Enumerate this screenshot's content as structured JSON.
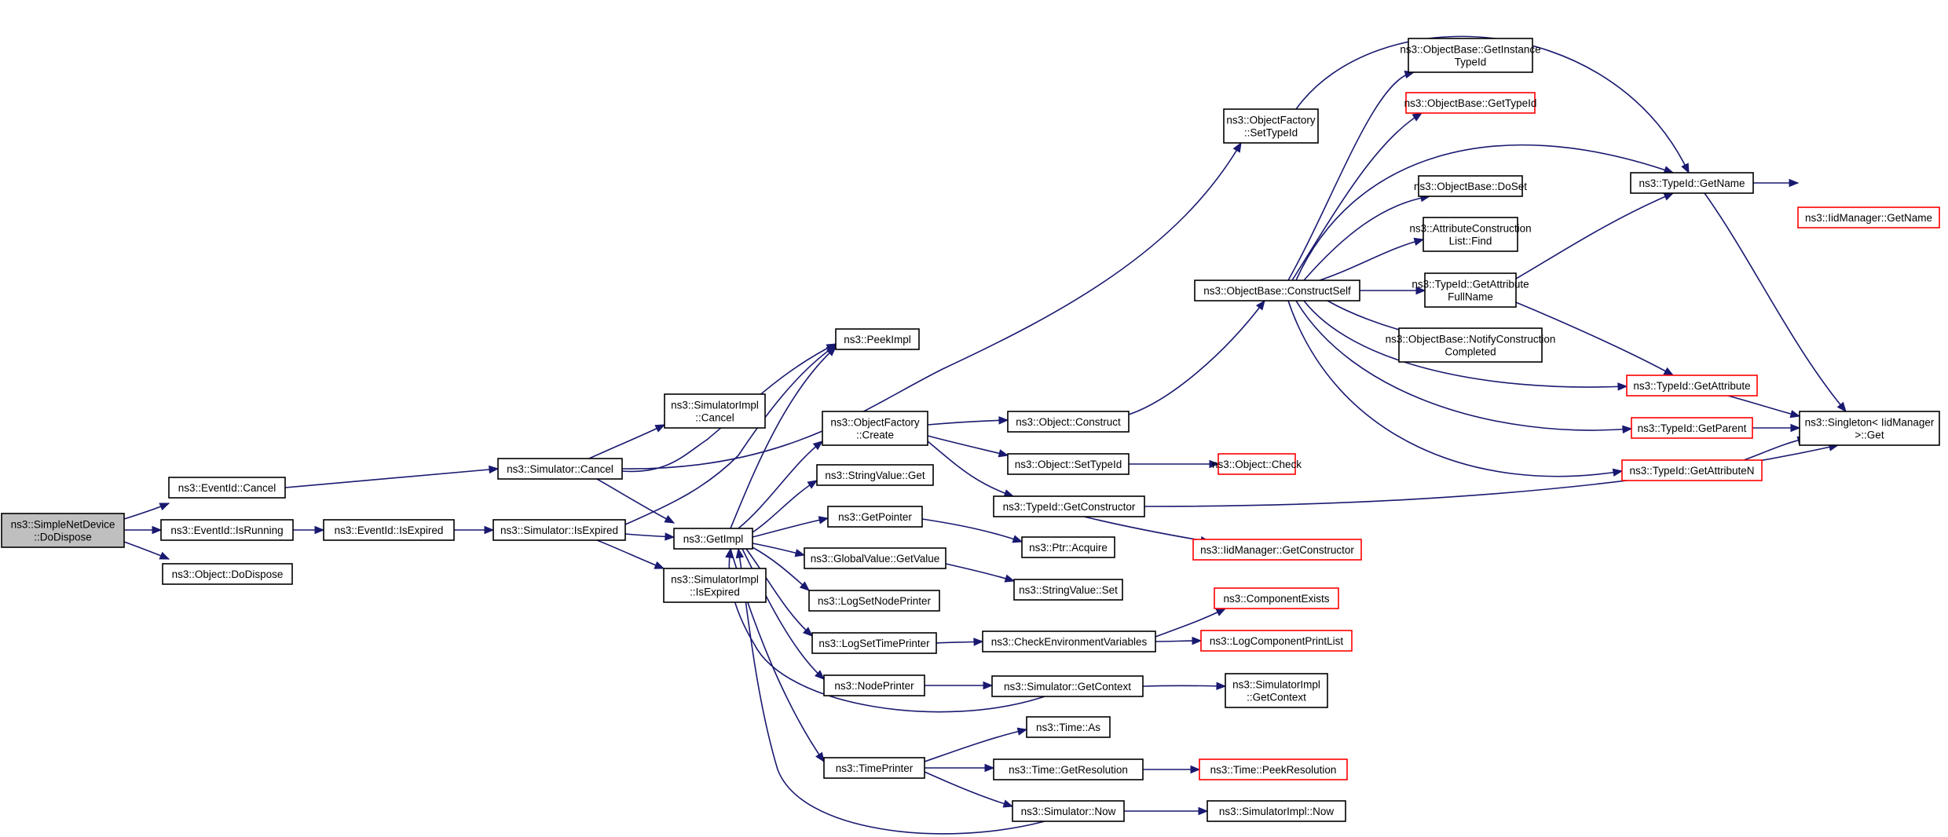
{
  "colors": {
    "edge": "#191970",
    "node_border": "#000000",
    "truncated_border": "#ff0000",
    "root_fill": "#bfbfbf",
    "node_fill": "#ffffff"
  },
  "nodes": {
    "root": [
      "ns3::SimpleNetDevice",
      "::DoDispose"
    ],
    "eid_cancel": [
      "ns3::EventId::Cancel"
    ],
    "eid_isrunning": [
      "ns3::EventId::IsRunning"
    ],
    "obj_dodispose": [
      "ns3::Object::DoDispose"
    ],
    "eid_isexpired": [
      "ns3::EventId::IsExpired"
    ],
    "sim_cancel": [
      "ns3::Simulator::Cancel"
    ],
    "sim_isexpired": [
      "ns3::Simulator::IsExpired"
    ],
    "simimpl_cancel": [
      "ns3::SimulatorImpl",
      "::Cancel"
    ],
    "simimpl_isexpired": [
      "ns3::SimulatorImpl",
      "::IsExpired"
    ],
    "getimpl": [
      "ns3::GetImpl"
    ],
    "peekimpl": [
      "ns3::PeekImpl"
    ],
    "of_create": [
      "ns3::ObjectFactory",
      "::Create"
    ],
    "stringvalue_get": [
      "ns3::StringValue::Get"
    ],
    "getpointer": [
      "ns3::GetPointer"
    ],
    "gv_getvalue": [
      "ns3::GlobalValue::GetValue"
    ],
    "logsetnodeprinter": [
      "ns3::LogSetNodePrinter"
    ],
    "logsettimeprinter": [
      "ns3::LogSetTimePrinter"
    ],
    "nodeprinter": [
      "ns3::NodePrinter"
    ],
    "timeprinter": [
      "ns3::TimePrinter"
    ],
    "obj_construct": [
      "ns3::Object::Construct"
    ],
    "obj_settypeid": [
      "ns3::Object::SetTypeId"
    ],
    "typeid_getconstructor": [
      "ns3::TypeId::GetConstructor"
    ],
    "ptr_acquire": [
      "ns3::Ptr::Acquire"
    ],
    "stringvalue_set": [
      "ns3::StringValue::Set"
    ],
    "checkenv": [
      "ns3::CheckEnvironmentVariables"
    ],
    "sim_getcontext": [
      "ns3::Simulator::GetContext"
    ],
    "time_as": [
      "ns3::Time::As"
    ],
    "time_getresolution": [
      "ns3::Time::GetResolution"
    ],
    "sim_now": [
      "ns3::Simulator::Now"
    ],
    "of_settypeid": [
      "ns3::ObjectFactory",
      "::SetTypeId"
    ],
    "ob_constructself": [
      "ns3::ObjectBase::ConstructSelf"
    ],
    "obj_check": [
      "ns3::Object::Check"
    ],
    "iid_getconstructor": [
      "ns3::IidManager::GetConstructor"
    ],
    "componentexists": [
      "ns3::ComponentExists"
    ],
    "logcomponentprintlist": [
      "ns3::LogComponentPrintList"
    ],
    "simimpl_getcontext": [
      "ns3::SimulatorImpl",
      "::GetContext"
    ],
    "time_peekresolution": [
      "ns3::Time::PeekResolution"
    ],
    "simimpl_now": [
      "ns3::SimulatorImpl::Now"
    ],
    "ob_getinstancetypeid": [
      "ns3::ObjectBase::GetInstance",
      "TypeId"
    ],
    "ob_gettypeid": [
      "ns3::ObjectBase::GetTypeId"
    ],
    "ob_doset": [
      "ns3::ObjectBase::DoSet"
    ],
    "acl_find": [
      "ns3::AttributeConstruction",
      "List::Find"
    ],
    "typeid_getattributefullname": [
      "ns3::TypeId::GetAttribute",
      "FullName"
    ],
    "ob_notifyconstructioncompleted": [
      "ns3::ObjectBase::NotifyConstruction",
      "Completed"
    ],
    "typeid_getname": [
      "ns3::TypeId::GetName"
    ],
    "typeid_getattribute": [
      "ns3::TypeId::GetAttribute"
    ],
    "typeid_getparent": [
      "ns3::TypeId::GetParent"
    ],
    "typeid_getattributen": [
      "ns3::TypeId::GetAttributeN"
    ],
    "iid_getname": [
      "ns3::IidManager::GetName"
    ],
    "singleton_get": [
      "ns3::Singleton< IidManager",
      ">::Get"
    ]
  }
}
